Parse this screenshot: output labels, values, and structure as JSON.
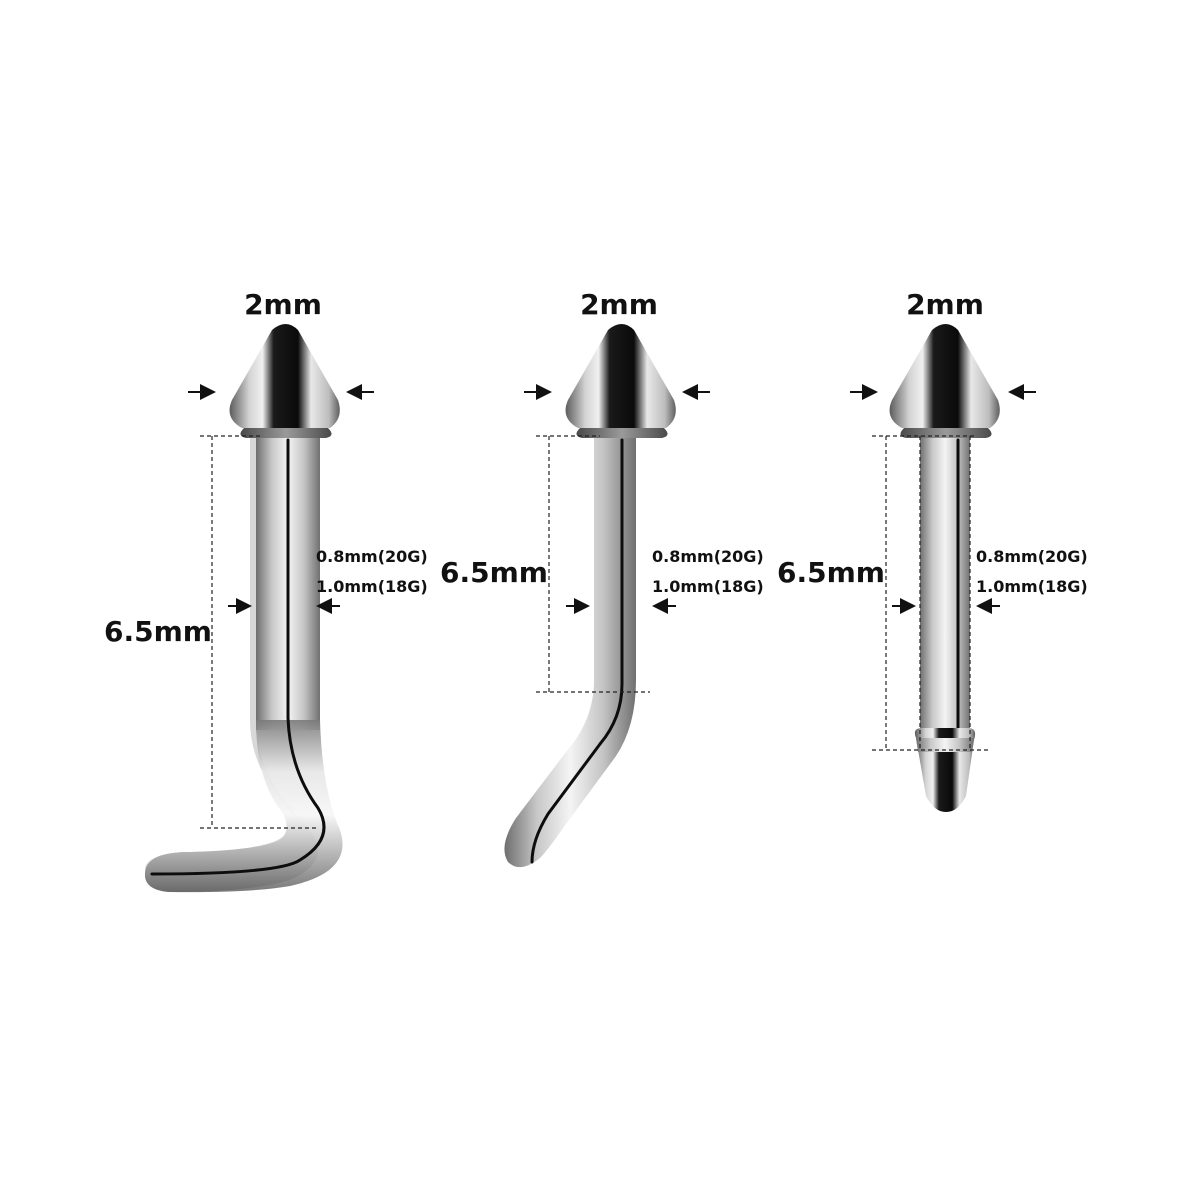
{
  "pieces": [
    {
      "id": "l-shape",
      "top_width": "2mm",
      "length": "6.5mm",
      "gauge_1": "0.8mm(20G)",
      "gauge_2": "1.0mm(18G)"
    },
    {
      "id": "curved",
      "top_width": "2mm",
      "length": "6.5mm",
      "gauge_1": "0.8mm(20G)",
      "gauge_2": "1.0mm(18G)"
    },
    {
      "id": "straight",
      "top_width": "2mm",
      "length": "6.5mm",
      "gauge_1": "0.8mm(20G)",
      "gauge_2": "1.0mm(18G)"
    }
  ],
  "colors": {
    "metal_light": "#f2f2f2",
    "metal_mid": "#b8b8b8",
    "metal_dark": "#5a5a5a",
    "black": "#0d0d0d"
  }
}
